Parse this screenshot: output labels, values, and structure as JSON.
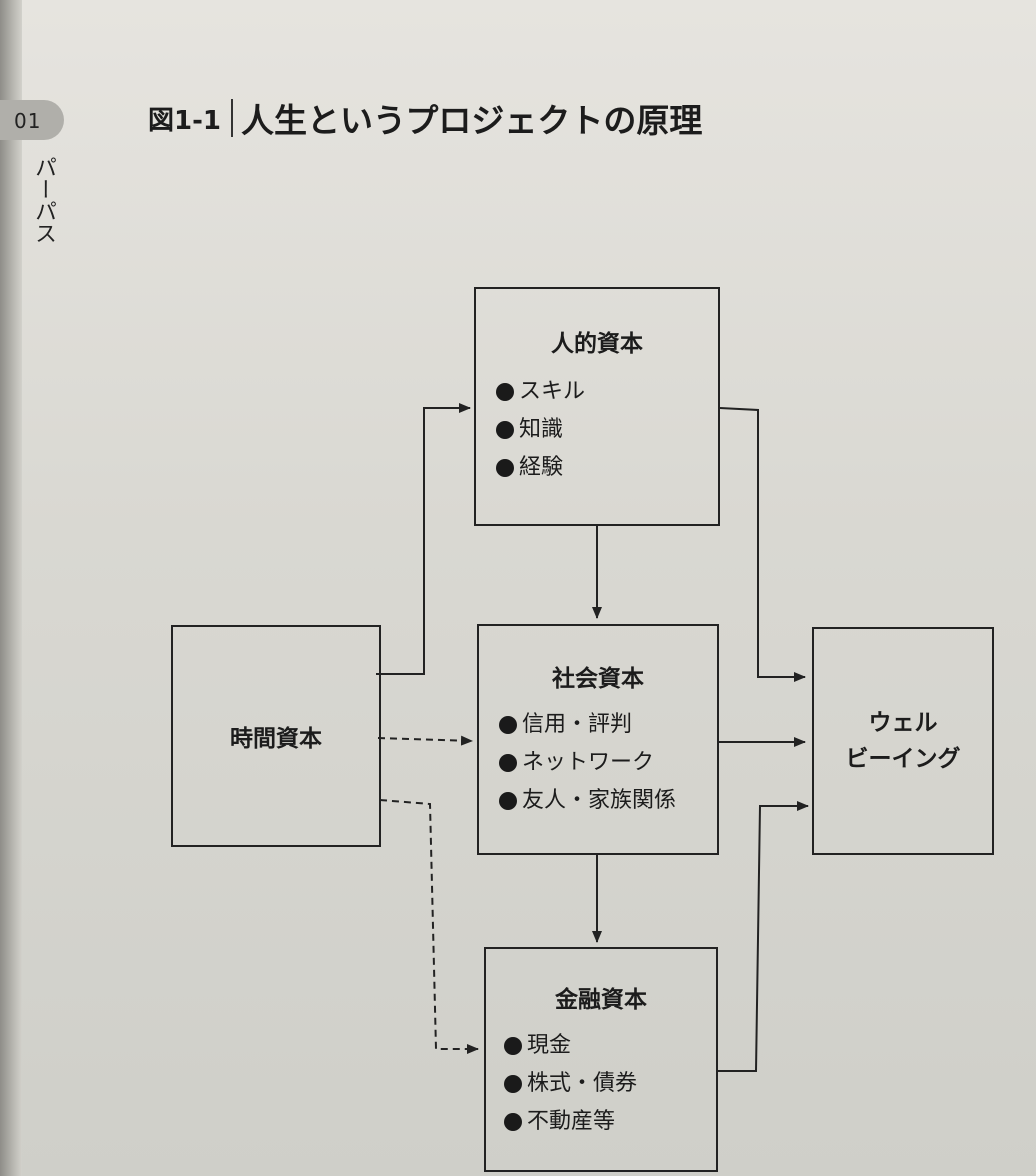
{
  "chapter": {
    "number": "01",
    "name": "パーパス"
  },
  "figure": {
    "number": "図1-1",
    "caption": "人生というプロジェクトの原理"
  },
  "nodes": {
    "human_capital": {
      "title": "人的資本",
      "items": [
        "スキル",
        "知識",
        "経験"
      ]
    },
    "time_capital": {
      "title": "時間資本"
    },
    "social_capital": {
      "title": "社会資本",
      "items": [
        "信用・評判",
        "ネットワーク",
        "友人・家族関係"
      ]
    },
    "financial_capital": {
      "title": "金融資本",
      "items": [
        "現金",
        "株式・債券",
        "不動産等"
      ]
    },
    "wellbeing": {
      "line1": "ウェル",
      "line2": "ビーイング"
    }
  },
  "edges": [
    {
      "from": "time_capital",
      "to": "human_capital",
      "style": "solid"
    },
    {
      "from": "time_capital",
      "to": "social_capital",
      "style": "dashed"
    },
    {
      "from": "time_capital",
      "to": "financial_capital",
      "style": "dashed"
    },
    {
      "from": "human_capital",
      "to": "social_capital",
      "style": "solid"
    },
    {
      "from": "social_capital",
      "to": "financial_capital",
      "style": "solid"
    },
    {
      "from": "human_capital",
      "to": "wellbeing",
      "style": "solid"
    },
    {
      "from": "social_capital",
      "to": "wellbeing",
      "style": "solid"
    },
    {
      "from": "financial_capital",
      "to": "wellbeing",
      "style": "solid"
    }
  ],
  "colors": {
    "ink": "#1c1c1c",
    "paper": "#dcdbd5",
    "tab": "#b0afaa"
  }
}
